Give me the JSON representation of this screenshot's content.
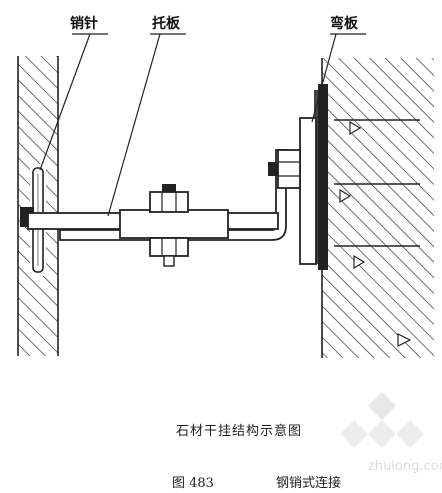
{
  "labels": {
    "pin": "销针",
    "bracket": "托板",
    "curved_plate": "弯板"
  },
  "caption": {
    "subtitle": "石材干挂结构示意图",
    "figure_number": "图 483",
    "figure_name": "钢销式连接"
  },
  "watermark": {
    "text": "zhulong.com"
  }
}
